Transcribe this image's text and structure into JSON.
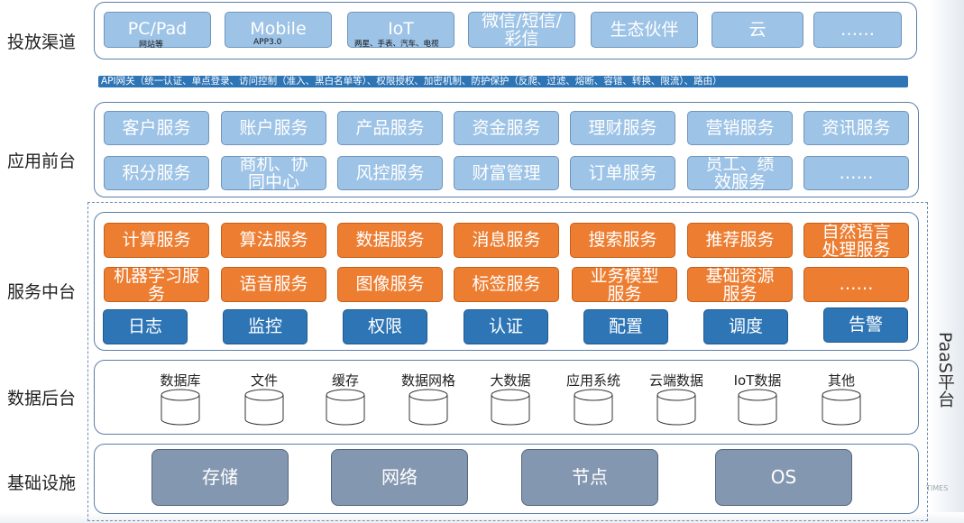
{
  "layers": {
    "channel": "投放渠道",
    "front": "应用前台",
    "middle": "服务中台",
    "data": "数据后台",
    "infra": "基础设施"
  },
  "channels": [
    {
      "label": "PC/Pad",
      "sub": "网站等"
    },
    {
      "label": "Mobile",
      "sub": "APP3.0"
    },
    {
      "label": "IoT",
      "sub": "两星、手表、汽车、电视"
    },
    {
      "label": "微信/短信/彩信",
      "sub": ""
    },
    {
      "label": "生态伙伴",
      "sub": ""
    },
    {
      "label": "云",
      "sub": ""
    },
    {
      "label": "……",
      "sub": ""
    }
  ],
  "api_gateway": "API网关（统一认证、单点登录、访问控制（准入、黑白名单等）、权限授权、加密机制、防护保护（反爬、过滤、熔断、容错、转换、限流）、路由）",
  "front_services": [
    "客户服务",
    "账户服务",
    "产品服务",
    "资金服务",
    "理财服务",
    "营销服务",
    "资讯服务",
    "积分服务",
    "商机、协同中心",
    "风控服务",
    "财富管理",
    "订单服务",
    "员工、绩效服务",
    "……"
  ],
  "middle_services": [
    "计算服务",
    "算法服务",
    "数据服务",
    "消息服务",
    "搜索服务",
    "推荐服务",
    "自然语言处理服务",
    "机器学习服务",
    "语音服务",
    "图像服务",
    "标签服务",
    "业务模型服务",
    "基础资源服务",
    "……"
  ],
  "middle_basics": [
    "日志",
    "监控",
    "权限",
    "认证",
    "配置",
    "调度",
    "告警"
  ],
  "data_stores": [
    "数据库",
    "文件",
    "缓存",
    "数据网格",
    "大数据",
    "应用系统",
    "云端数据",
    "IoT数据",
    "其他"
  ],
  "infra": [
    "存储",
    "网络",
    "节点",
    "OS"
  ],
  "platform_label": "PaaS平台",
  "watermark": "TIMES",
  "colors": {
    "light_blue": "#9dc3e6",
    "orange": "#ed7d31",
    "dark_blue": "#2e75b6",
    "gray": "#8497b0"
  }
}
